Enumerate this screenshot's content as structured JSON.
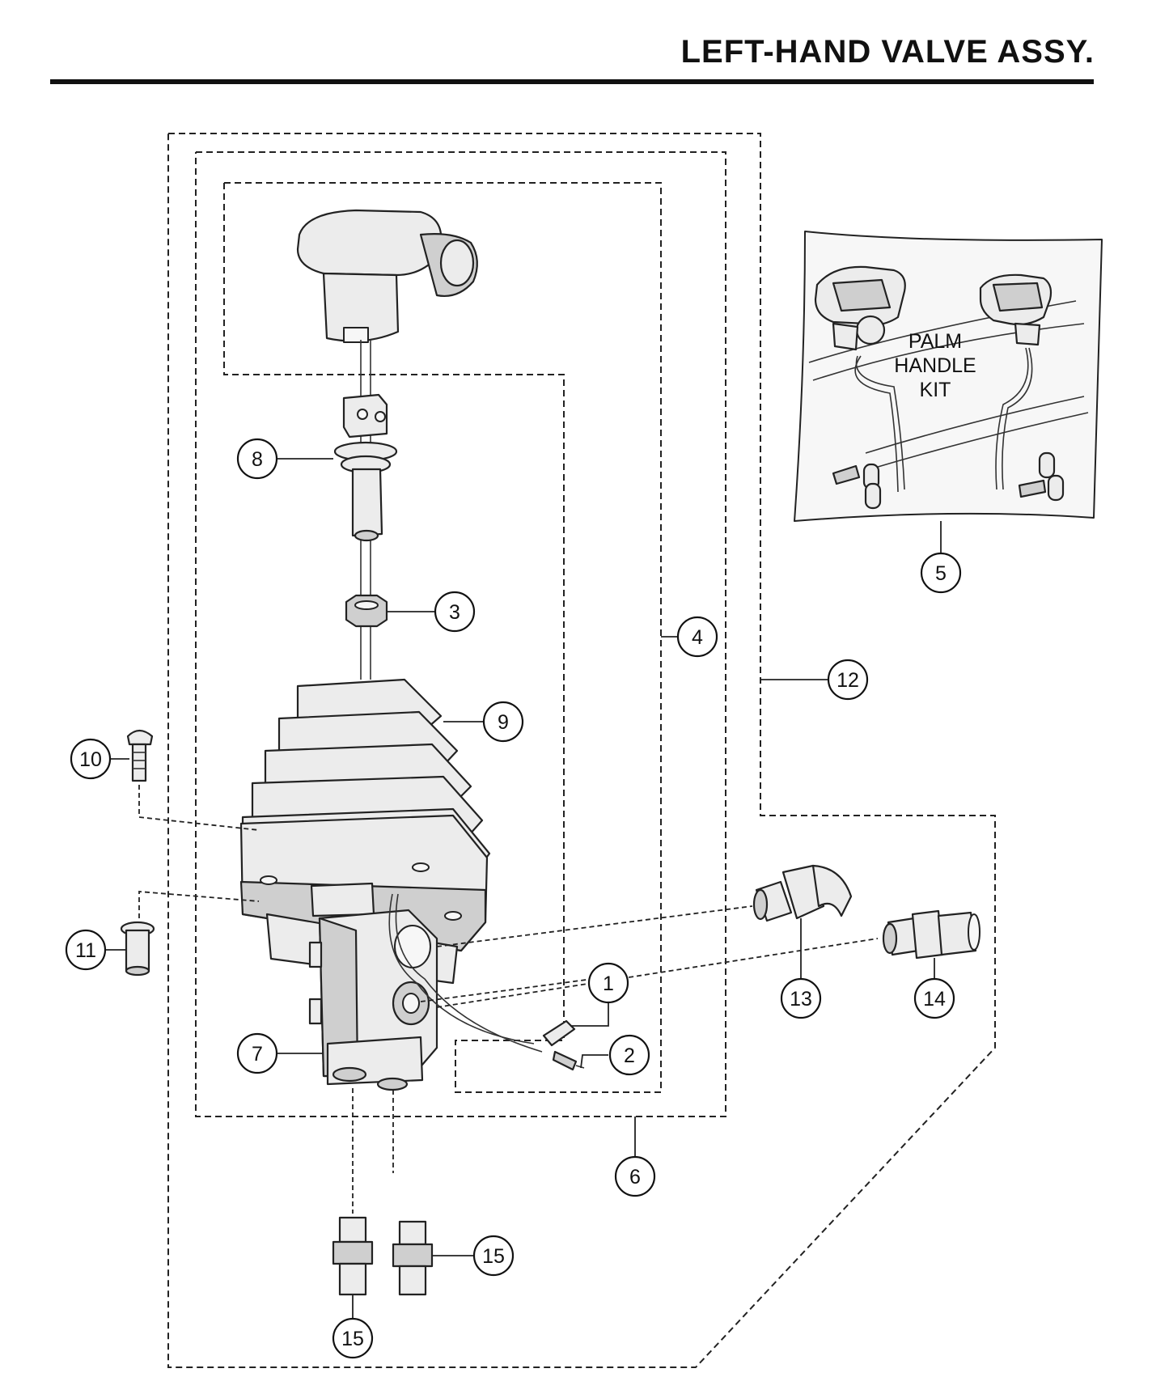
{
  "header": {
    "title": "LEFT-HAND VALVE ASSY."
  },
  "kit": {
    "label_lines": [
      "PALM",
      "HANDLE",
      "KIT"
    ]
  },
  "callouts": [
    {
      "id": "c1",
      "label": "1"
    },
    {
      "id": "c2",
      "label": "2"
    },
    {
      "id": "c3",
      "label": "3"
    },
    {
      "id": "c4",
      "label": "4"
    },
    {
      "id": "c5",
      "label": "5"
    },
    {
      "id": "c6",
      "label": "6"
    },
    {
      "id": "c7",
      "label": "7"
    },
    {
      "id": "c8",
      "label": "8"
    },
    {
      "id": "c9",
      "label": "9"
    },
    {
      "id": "c10",
      "label": "10"
    },
    {
      "id": "c11",
      "label": "11"
    },
    {
      "id": "c12",
      "label": "12"
    },
    {
      "id": "c13",
      "label": "13"
    },
    {
      "id": "c14",
      "label": "14"
    },
    {
      "id": "c15a",
      "label": "15"
    },
    {
      "id": "c15b",
      "label": "15"
    }
  ]
}
